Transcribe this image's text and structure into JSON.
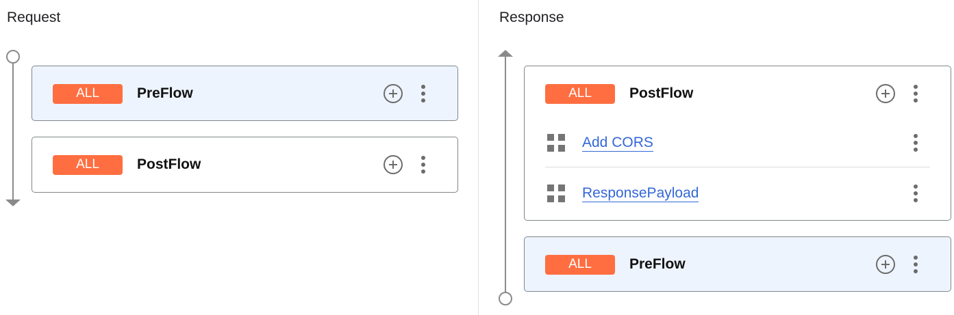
{
  "request": {
    "title": "Request",
    "flows": [
      {
        "badge": "ALL",
        "name": "PreFlow"
      },
      {
        "badge": "ALL",
        "name": "PostFlow"
      }
    ]
  },
  "response": {
    "title": "Response",
    "flows": [
      {
        "badge": "ALL",
        "name": "PostFlow",
        "steps": [
          {
            "name": "Add CORS"
          },
          {
            "name": "ResponsePayload"
          }
        ]
      },
      {
        "badge": "ALL",
        "name": "PreFlow"
      }
    ]
  },
  "colors": {
    "badge": "#ff6e40",
    "link": "#3367d6",
    "selected_card": "#eef4fd"
  },
  "icons": [
    "add-circle-icon",
    "more-vert-icon",
    "policy-step-icon"
  ]
}
